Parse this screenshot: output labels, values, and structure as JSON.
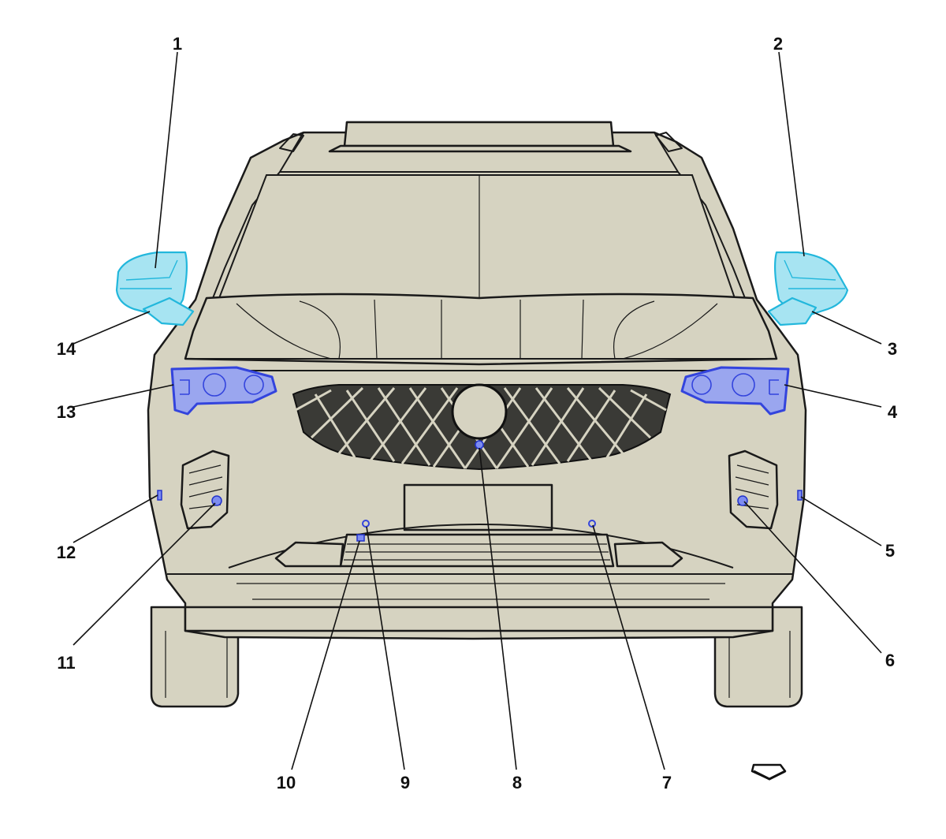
{
  "callouts": [
    {
      "num": "1"
    },
    {
      "num": "2"
    },
    {
      "num": "3"
    },
    {
      "num": "4"
    },
    {
      "num": "5"
    },
    {
      "num": "6"
    },
    {
      "num": "7"
    },
    {
      "num": "8"
    },
    {
      "num": "9"
    },
    {
      "num": "10"
    },
    {
      "num": "11"
    },
    {
      "num": "12"
    },
    {
      "num": "13"
    },
    {
      "num": "14"
    }
  ],
  "colors": {
    "body": "#d6d3c1",
    "outline": "#1a1a1a",
    "mirror_highlight": "#a7e4f2",
    "lamp_highlight": "#9aa6ef",
    "sensor_highlight": "#7d8cf0"
  },
  "icons": {
    "direction": "forward-arrow-icon"
  }
}
